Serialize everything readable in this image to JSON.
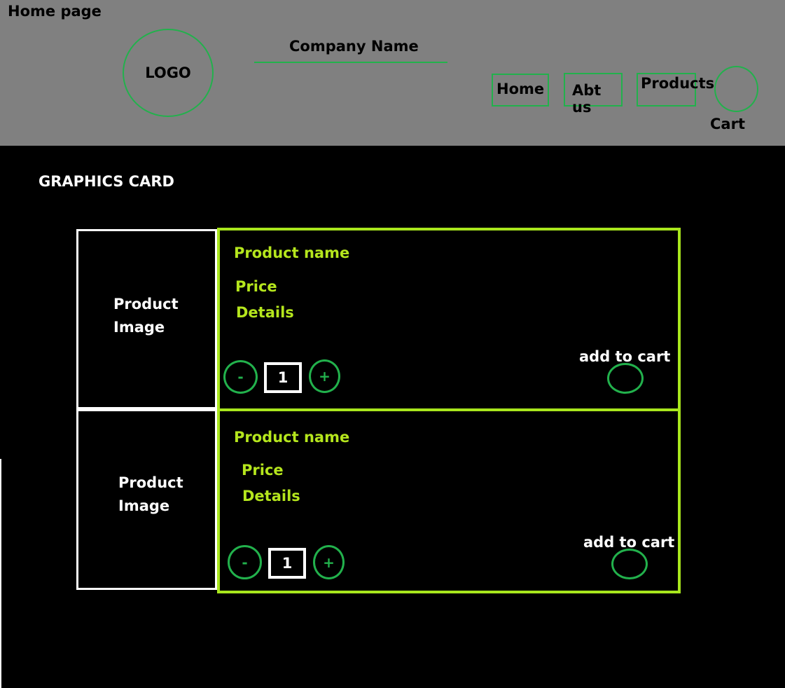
{
  "header": {
    "page_label": "Home page",
    "logo_text": "LOGO",
    "company_name": "Company Name",
    "nav": [
      {
        "label": "Home"
      },
      {
        "label": "Abt us"
      },
      {
        "label": "Products"
      }
    ],
    "cart_label": "Cart"
  },
  "main": {
    "section_title": "GRAPHICS CARD",
    "products": [
      {
        "image_label": "Product Image",
        "name": "Product name",
        "price": "Price",
        "details": "Details",
        "minus": "-",
        "quantity": "1",
        "plus": "+",
        "add_to_cart": "add to cart"
      },
      {
        "image_label": "Product Image",
        "name": "Product name",
        "price": "Price",
        "details": "Details",
        "minus": "-",
        "quantity": "1",
        "plus": "+",
        "add_to_cart": "add to cart"
      }
    ]
  },
  "colors": {
    "header_bg": "#808080",
    "page_bg": "#000000",
    "accent_green": "#22b14c",
    "lime": "#b5e61d",
    "white": "#ffffff"
  }
}
